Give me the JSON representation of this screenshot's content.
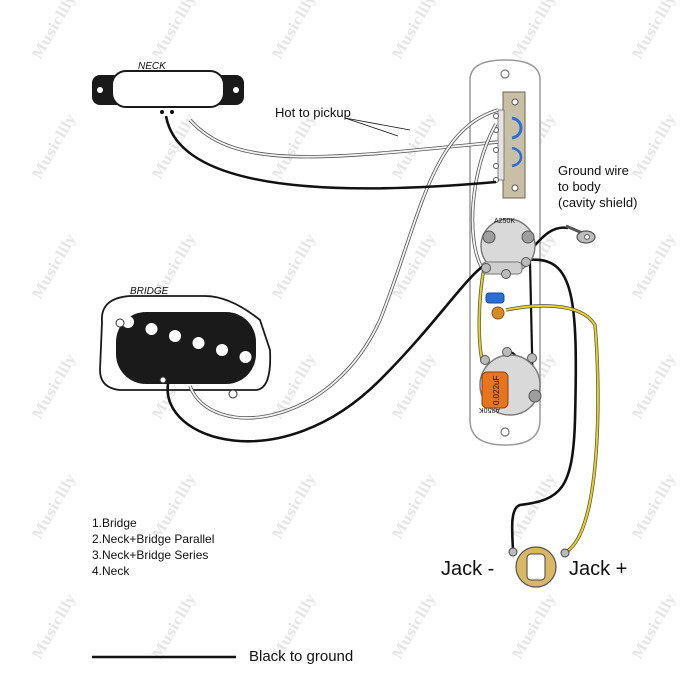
{
  "pickups": {
    "neck": {
      "name": "NECK"
    },
    "bridge": {
      "name": "BRIDGE"
    }
  },
  "labels": {
    "hot_to_pickup": "Hot to pickup",
    "ground_wire_line1": "Ground wire",
    "ground_wire_line2": "to body",
    "ground_wire_line3": "(cavity shield)",
    "jack_minus": "Jack -",
    "jack_plus": "Jack +",
    "black_to_ground": "Black to ground"
  },
  "pots": {
    "volume": {
      "value": "A250K"
    },
    "tone": {
      "value": "A250K"
    }
  },
  "capacitor": {
    "value": "0.022uF"
  },
  "switch_positions": [
    "1.Bridge",
    "2.Neck+Bridge Parallel",
    "3.Neck+Bridge Series",
    "4.Neck"
  ],
  "watermark": {
    "text": "Musiclily"
  },
  "colors": {
    "wire_black": "#111111",
    "wire_white": "#f4f4f4",
    "wire_yellow": "#e8d21a",
    "wire_blue": "#2a6fd6",
    "plate": "#ffffff",
    "pot_body": "#bdbdbd",
    "cap_orange": "#e8741e"
  }
}
